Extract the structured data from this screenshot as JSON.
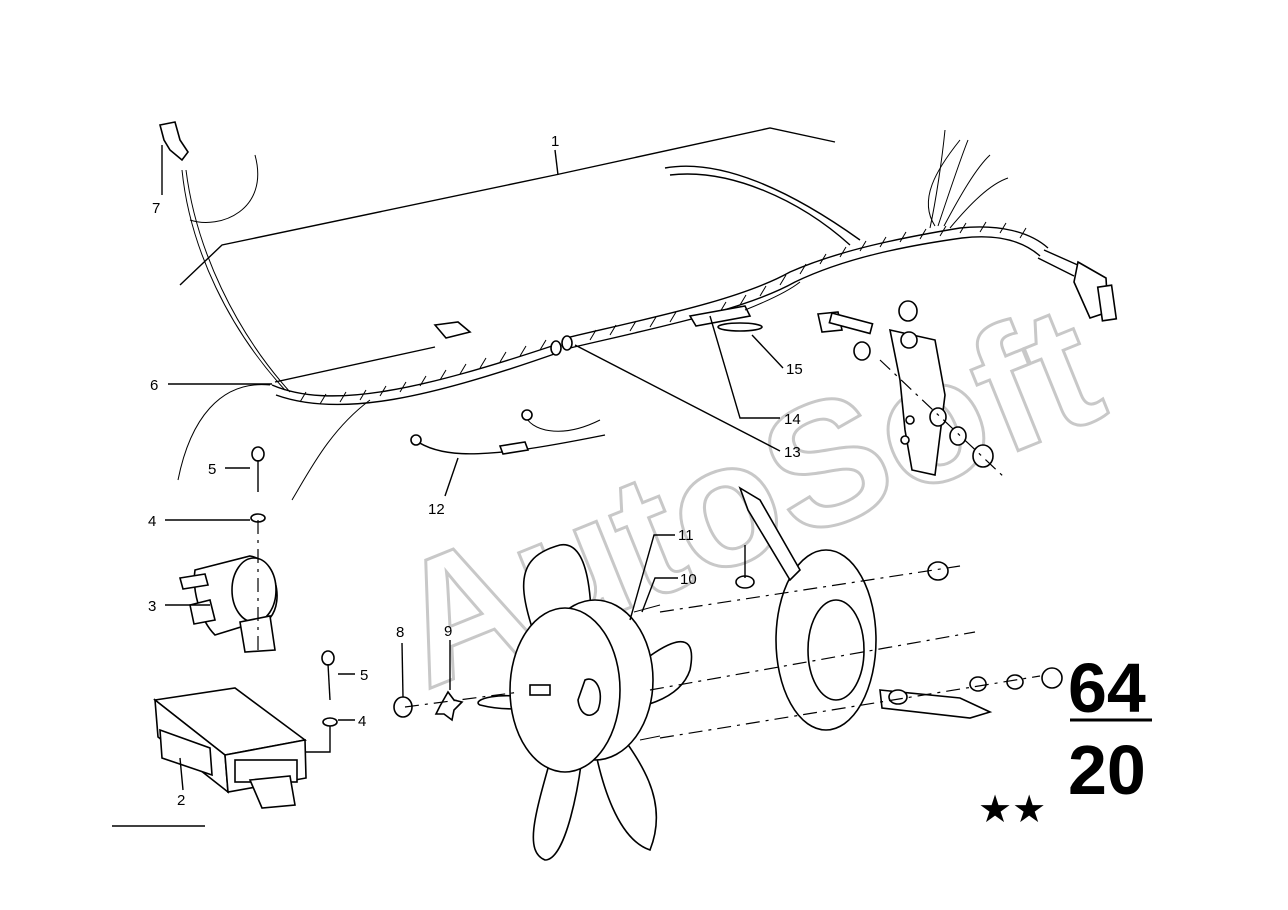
{
  "diagram": {
    "parts": [
      {
        "id": "p1",
        "label": "1"
      },
      {
        "id": "p2",
        "label": "2"
      },
      {
        "id": "p3",
        "label": "3"
      },
      {
        "id": "p4a",
        "label": "4"
      },
      {
        "id": "p4b",
        "label": "4"
      },
      {
        "id": "p5a",
        "label": "5"
      },
      {
        "id": "p5b",
        "label": "5"
      },
      {
        "id": "p6",
        "label": "6"
      },
      {
        "id": "p7",
        "label": "7"
      },
      {
        "id": "p8",
        "label": "8"
      },
      {
        "id": "p9",
        "label": "9"
      },
      {
        "id": "p10",
        "label": "10"
      },
      {
        "id": "p11",
        "label": "11"
      },
      {
        "id": "p12",
        "label": "12"
      },
      {
        "id": "p13",
        "label": "13"
      },
      {
        "id": "p14",
        "label": "14"
      },
      {
        "id": "p15",
        "label": "15"
      }
    ],
    "group_top": "64",
    "group_bottom": "20",
    "stars": "★★",
    "watermark": "AutoSoft"
  }
}
